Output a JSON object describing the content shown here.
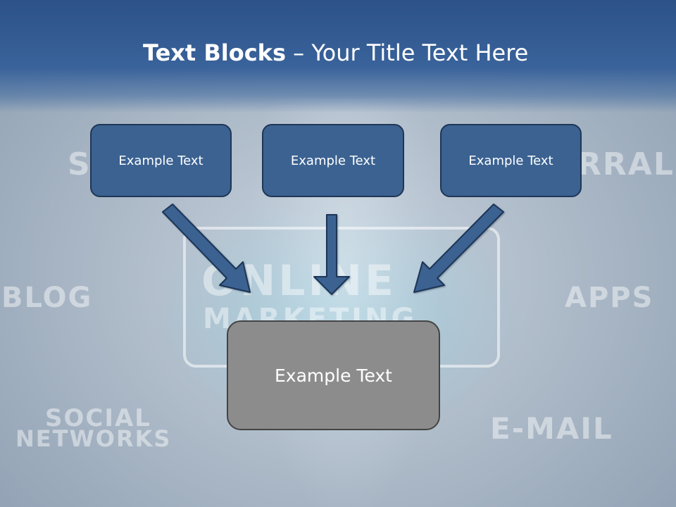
{
  "slide": {
    "title_bold": "Text Blocks",
    "title_rest": " – Your Title Text Here"
  },
  "background_words": [
    "S",
    "RRAL",
    "BLOG",
    "APPS",
    "ONLINE",
    "MARKETING",
    "SOCIAL",
    "NETWORKS",
    "E-MAIL"
  ],
  "boxes": [
    {
      "label": "Example Text"
    },
    {
      "label": "Example Text"
    },
    {
      "label": "Example Text"
    }
  ],
  "target": {
    "label": "Example Text"
  },
  "colors": {
    "header": "#2c5288",
    "box_fill": "#3b6291",
    "box_border": "#1f3656",
    "arrow_fill": "#3b6291",
    "target_fill": "#8c8c8c"
  }
}
